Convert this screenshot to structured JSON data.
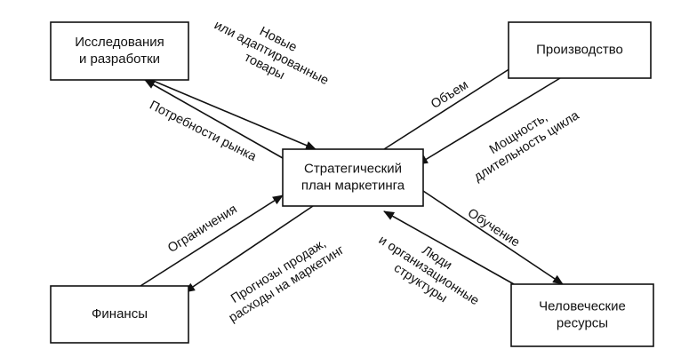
{
  "diagram": {
    "nodes": {
      "research": {
        "lines": [
          "Исследования",
          "и разработки"
        ]
      },
      "production": {
        "lines": [
          "Производство"
        ]
      },
      "center": {
        "lines": [
          "Стратегический",
          "план маркетинга"
        ]
      },
      "finance": {
        "lines": [
          "Финансы"
        ]
      },
      "hr": {
        "lines": [
          "Человеческие",
          "ресурсы"
        ]
      }
    },
    "edges": [
      {
        "from": "research",
        "to": "center",
        "label_lines": [
          "Новые",
          "или адаптированные",
          "товары"
        ]
      },
      {
        "from": "center",
        "to": "research",
        "label_lines": [
          "Потребности рынка"
        ]
      },
      {
        "from": "center",
        "to": "production",
        "label_lines": [
          "Объем"
        ]
      },
      {
        "from": "production",
        "to": "center",
        "label_lines": [
          "Мощность,",
          "длительность цикла"
        ]
      },
      {
        "from": "finance",
        "to": "center",
        "label_lines": [
          "Ограничения"
        ]
      },
      {
        "from": "center",
        "to": "finance",
        "label_lines": [
          "Прогнозы продаж,",
          "расходы на маркетинг"
        ]
      },
      {
        "from": "center",
        "to": "hr",
        "label_lines": [
          "Обучение"
        ]
      },
      {
        "from": "hr",
        "to": "center",
        "label_lines": [
          "Люди",
          "и организационные",
          "структуры"
        ]
      }
    ]
  }
}
